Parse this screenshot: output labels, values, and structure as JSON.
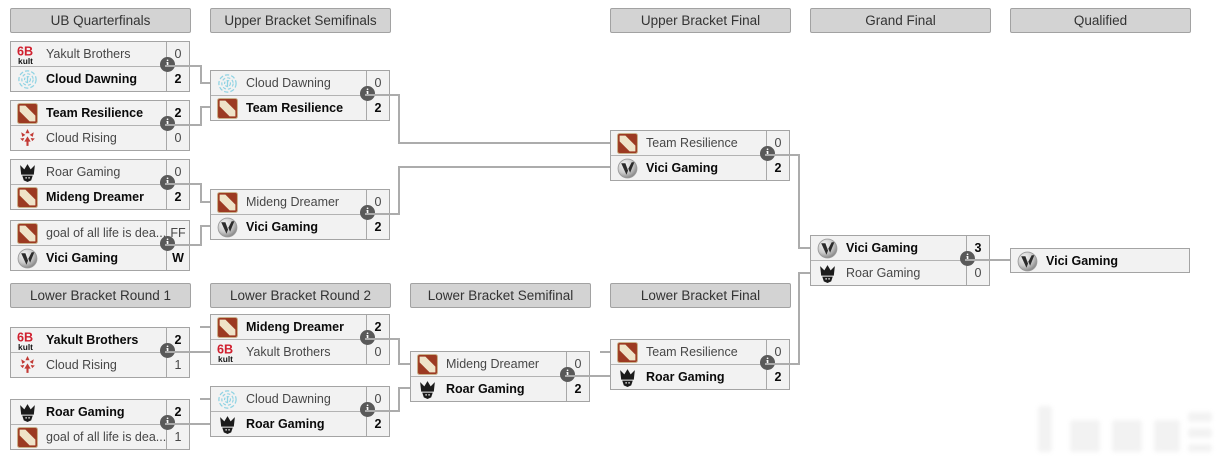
{
  "colors": {
    "header_bg": "#d3d3d3",
    "box_bg": "#f2f2f2",
    "border": "#a4a4a4",
    "connector_line": "#acacac",
    "winner_text": "#0a0a0a",
    "loser_text": "#474747",
    "info_icon_bg": "#595959",
    "dota_logo_red": "#9c3a22",
    "cloud_dawning_cyan": "#8fd3e3",
    "cloud_rising_red": "#c23a35",
    "yakult_red": "#d01f2e",
    "vici_gray": "#c9c9c9",
    "roar_black": "#1b1b1b"
  },
  "icons": {
    "info": "i"
  },
  "headers": {
    "ubqf": "UB Quarterfinals",
    "ubsf": "Upper Bracket Semifinals",
    "ubf": "Upper Bracket Final",
    "gf": "Grand Final",
    "q": "Qualified",
    "lbr1": "Lower Bracket Round 1",
    "lbr2": "Lower Bracket Round 2",
    "lbsf": "Lower Bracket Semifinal",
    "lbf": "Lower Bracket Final"
  },
  "matches": {
    "ubqf1": {
      "teams": [
        {
          "name": "Yakult Brothers",
          "score": "0",
          "winner": false,
          "icon": "yakult"
        },
        {
          "name": "Cloud Dawning",
          "score": "2",
          "winner": true,
          "icon": "cloud-dawning"
        }
      ]
    },
    "ubqf2": {
      "teams": [
        {
          "name": "Team Resilience",
          "score": "2",
          "winner": true,
          "icon": "dota"
        },
        {
          "name": "Cloud Rising",
          "score": "0",
          "winner": false,
          "icon": "cloud-rising"
        }
      ]
    },
    "ubqf3": {
      "teams": [
        {
          "name": "Roar Gaming",
          "score": "0",
          "winner": false,
          "icon": "roar"
        },
        {
          "name": "Mideng Dreamer",
          "score": "2",
          "winner": true,
          "icon": "dota"
        }
      ]
    },
    "ubqf4": {
      "teams": [
        {
          "name": "goal of all life is dea...",
          "score": "FF",
          "winner": false,
          "icon": "dota"
        },
        {
          "name": "Vici Gaming",
          "score": "W",
          "winner": true,
          "icon": "vici"
        }
      ]
    },
    "ubsf1": {
      "teams": [
        {
          "name": "Cloud Dawning",
          "score": "0",
          "winner": false,
          "icon": "cloud-dawning"
        },
        {
          "name": "Team Resilience",
          "score": "2",
          "winner": true,
          "icon": "dota"
        }
      ]
    },
    "ubsf2": {
      "teams": [
        {
          "name": "Mideng Dreamer",
          "score": "0",
          "winner": false,
          "icon": "dota"
        },
        {
          "name": "Vici Gaming",
          "score": "2",
          "winner": true,
          "icon": "vici"
        }
      ]
    },
    "ubf": {
      "teams": [
        {
          "name": "Team Resilience",
          "score": "0",
          "winner": false,
          "icon": "dota"
        },
        {
          "name": "Vici Gaming",
          "score": "2",
          "winner": true,
          "icon": "vici"
        }
      ]
    },
    "gf": {
      "teams": [
        {
          "name": "Vici Gaming",
          "score": "3",
          "winner": true,
          "icon": "vici"
        },
        {
          "name": "Roar Gaming",
          "score": "0",
          "winner": false,
          "icon": "roar"
        }
      ]
    },
    "lbr1m1": {
      "teams": [
        {
          "name": "Yakult Brothers",
          "score": "2",
          "winner": true,
          "icon": "yakult"
        },
        {
          "name": "Cloud Rising",
          "score": "1",
          "winner": false,
          "icon": "cloud-rising"
        }
      ]
    },
    "lbr1m2": {
      "teams": [
        {
          "name": "Roar Gaming",
          "score": "2",
          "winner": true,
          "icon": "roar"
        },
        {
          "name": "goal of all life is dea...",
          "score": "1",
          "winner": false,
          "icon": "dota"
        }
      ]
    },
    "lbr2m1": {
      "teams": [
        {
          "name": "Mideng Dreamer",
          "score": "2",
          "winner": true,
          "icon": "dota"
        },
        {
          "name": "Yakult Brothers",
          "score": "0",
          "winner": false,
          "icon": "yakult"
        }
      ]
    },
    "lbr2m2": {
      "teams": [
        {
          "name": "Cloud Dawning",
          "score": "0",
          "winner": false,
          "icon": "cloud-dawning"
        },
        {
          "name": "Roar Gaming",
          "score": "2",
          "winner": true,
          "icon": "roar"
        }
      ]
    },
    "lbsf": {
      "teams": [
        {
          "name": "Mideng Dreamer",
          "score": "0",
          "winner": false,
          "icon": "dota"
        },
        {
          "name": "Roar Gaming",
          "score": "2",
          "winner": true,
          "icon": "roar"
        }
      ]
    },
    "lbf": {
      "teams": [
        {
          "name": "Team Resilience",
          "score": "0",
          "winner": false,
          "icon": "dota"
        },
        {
          "name": "Roar Gaming",
          "score": "2",
          "winner": true,
          "icon": "roar"
        }
      ]
    }
  },
  "qualified": {
    "name": "Vici Gaming",
    "winner": true,
    "icon": "vici"
  }
}
